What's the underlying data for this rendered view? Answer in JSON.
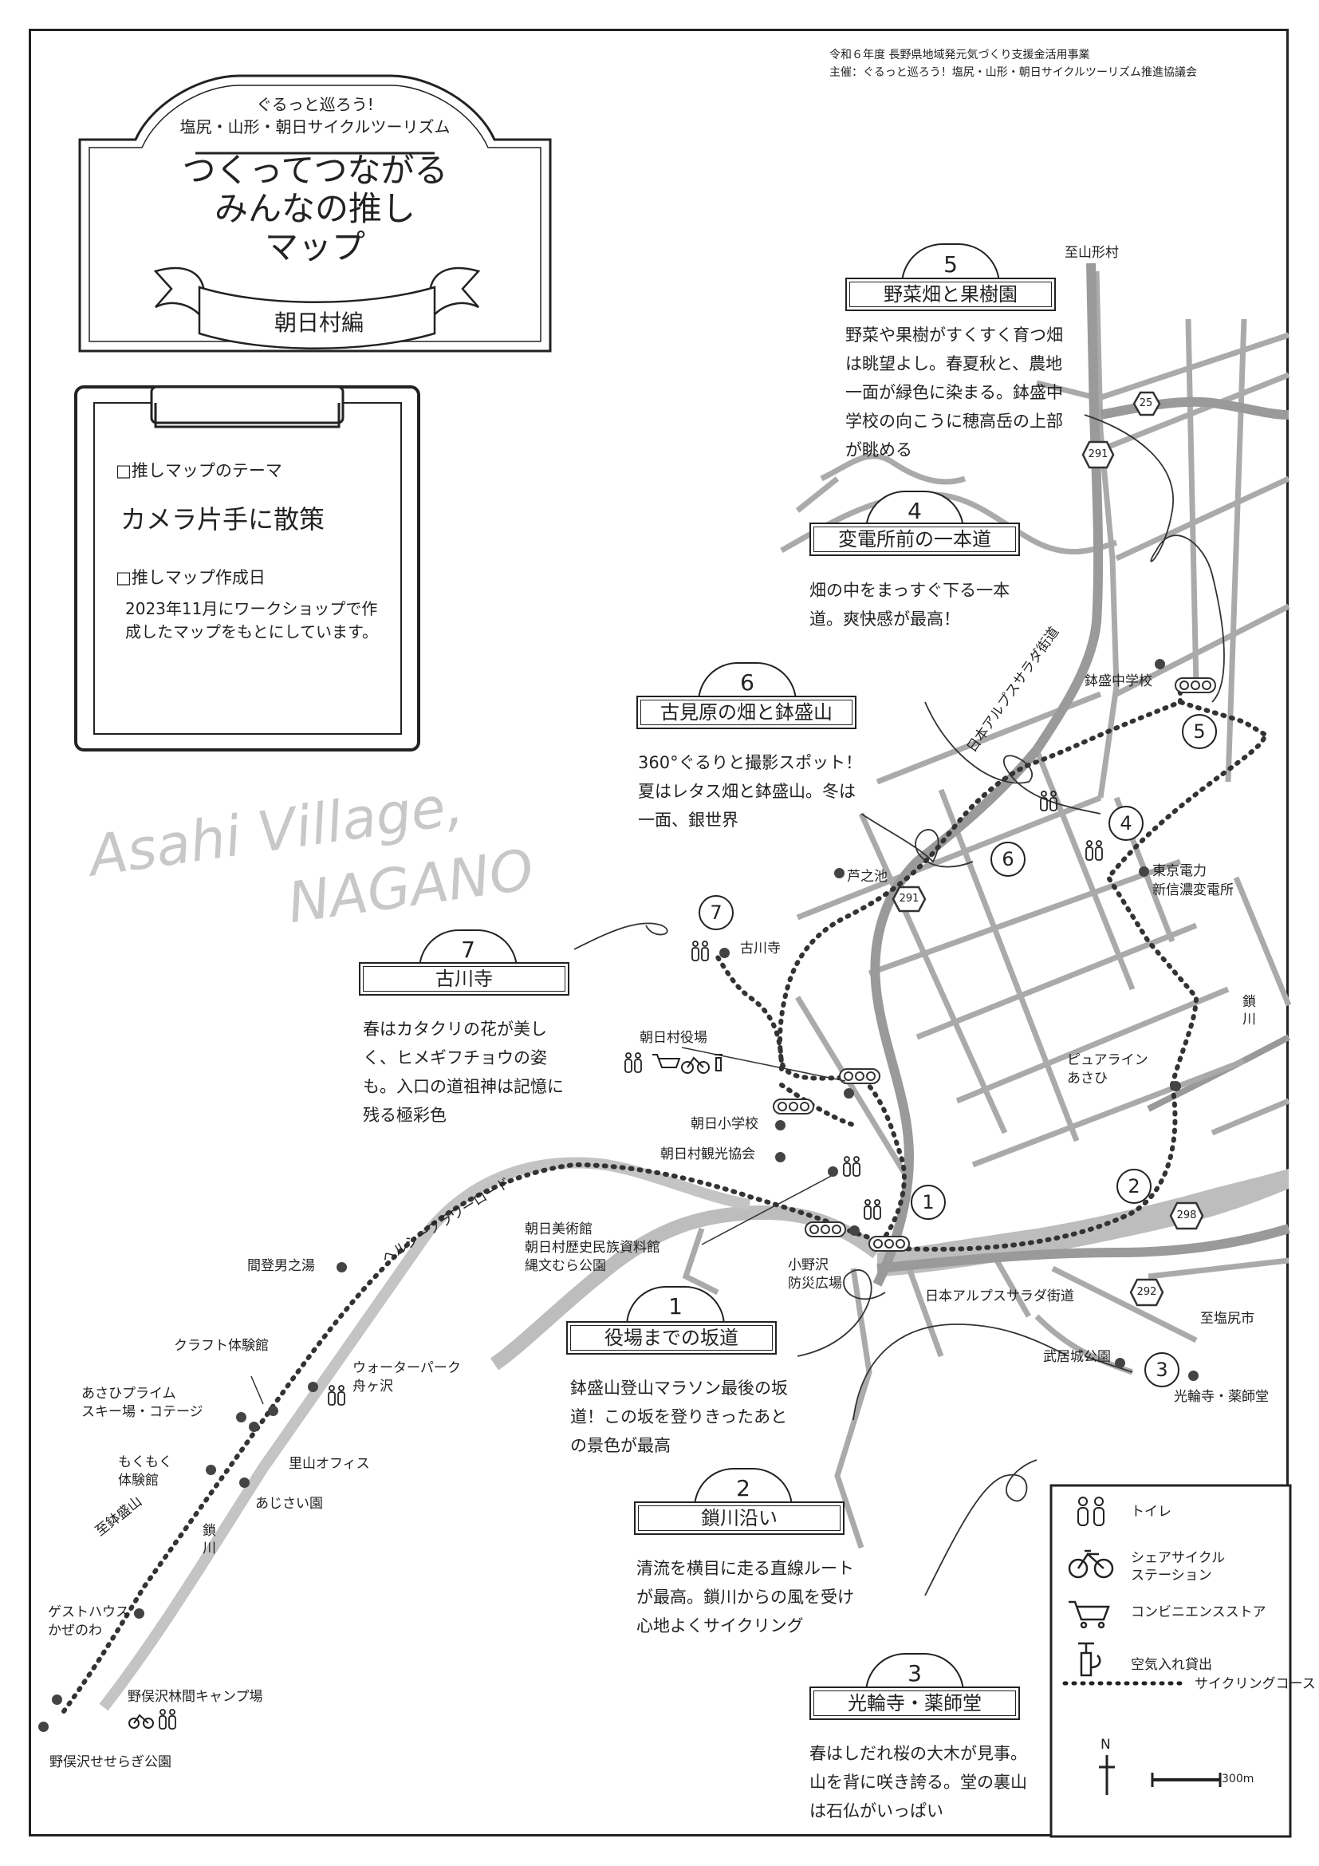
{
  "header": {
    "line1": "令和６年度 長野県地域発元気づくり支援金活用事業",
    "line2": "主催：ぐるっと巡ろう！塩尻・山形・朝日サイクルツーリズム推進協議会"
  },
  "title_card": {
    "subtitle1": "ぐるっと巡ろう!",
    "subtitle2": "塩尻・山形・朝日サイクルツーリズム",
    "title1": "つくってつながる",
    "title2": "みんなの推し",
    "title3": "マップ",
    "ribbon": "朝日村編"
  },
  "memo": {
    "theme_label": "□推しマップのテーマ",
    "theme": "カメラ片手に散策",
    "date_label": "□推しマップ作成日",
    "date_text": "2023年11月にワークショップで作成したマップをもとにしています。"
  },
  "watermark": {
    "line1": "Asahi Village,",
    "line2": "NAGANO"
  },
  "spots": [
    {
      "num": "1",
      "title": "役場までの坂道",
      "desc": "鉢盛山登山マラソン最後の坂道！この坂を登りきったあとの景色が最高"
    },
    {
      "num": "2",
      "title": "鎖川沿い",
      "desc": "清流を横目に走る直線ルートが最高。鎖川からの風を受け心地よくサイクリング"
    },
    {
      "num": "3",
      "title": "光輪寺・薬師堂",
      "desc": "春はしだれ桜の大木が見事。山を背に咲き誇る。堂の裏山は石仏がいっぱい"
    },
    {
      "num": "4",
      "title": "変電所前の一本道",
      "desc": "畑の中をまっすぐ下る一本道。爽快感が最高！"
    },
    {
      "num": "5",
      "title": "野菜畑と果樹園",
      "desc": "野菜や果樹がすくすく育つ畑は眺望よし。春夏秋と、農地一面が緑色に染まる。鉢盛中学校の向こうに穂高岳の上部が眺める"
    },
    {
      "num": "6",
      "title": "古見原の畑と鉢盛山",
      "desc": "360°ぐるりと撮影スポット！夏はレタス畑と鉢盛山。冬は一面、銀世界"
    },
    {
      "num": "7",
      "title": "古川寺",
      "desc": "春はカタクリの花が美しく、ヒメギフチョウの姿も。入口の道祖神は記憶に残る極彩色"
    }
  ],
  "places": {
    "yamagata": "至山形村",
    "shiojiri": "至塩尻市",
    "hachimori_yama": "至鉢盛山",
    "hachimori_jhs": "鉢盛中学校",
    "tepco1": "東京電力",
    "tepco2": "新信濃変電所",
    "ashinoike": "芦之池",
    "furukawaji": "古川寺",
    "yakuba": "朝日村役場",
    "elementary": "朝日小学校",
    "kanko": "朝日村観光協会",
    "museum1": "朝日美術館",
    "museum2": "朝日村歴史民族資料館",
    "museum3": "縄文むら公園",
    "onozawa1": "小野沢",
    "onozawa2": "防災広場",
    "pureline1": "ピュアライン",
    "pureline2": "あさひ",
    "salad_road": "日本アルプスサラダ街道",
    "salad_road2": "日本アルプスサラダ街道",
    "health_road": "ヘルシーフラワーロード",
    "kusari1": "鎖",
    "kusari2": "川",
    "kusari3": "鎖",
    "kusari4": "川",
    "takei_park": "武居城公園",
    "korinji": "光輪寺・薬師堂",
    "mato": "間登男之湯",
    "craft": "クラフト体験館",
    "water1": "ウォーターパーク",
    "water2": "舟ヶ沢",
    "prime1": "あさひプライム",
    "prime2": "スキー場・コテージ",
    "satoyama": "里山オフィス",
    "mokumoku1": "もくもく",
    "mokumoku2": "体験館",
    "ajisai": "あじさい園",
    "guest1": "ゲストハウス",
    "guest2": "かぜのわ",
    "camp": "野俣沢林間キャンプ場",
    "seseragi": "野俣沢せせらぎ公園"
  },
  "route_numbers": [
    "25",
    "291",
    "291",
    "298",
    "292"
  ],
  "legend": {
    "toilet": "トイレ",
    "cycle": "シェアサイクルステーション",
    "cycle1": "シェアサイクル",
    "cycle2": "ステーション",
    "store": "コンビニエンスストア",
    "pump": "空気入れ貸出",
    "course": "サイクリングコース",
    "north": "N",
    "scale": "300m"
  }
}
